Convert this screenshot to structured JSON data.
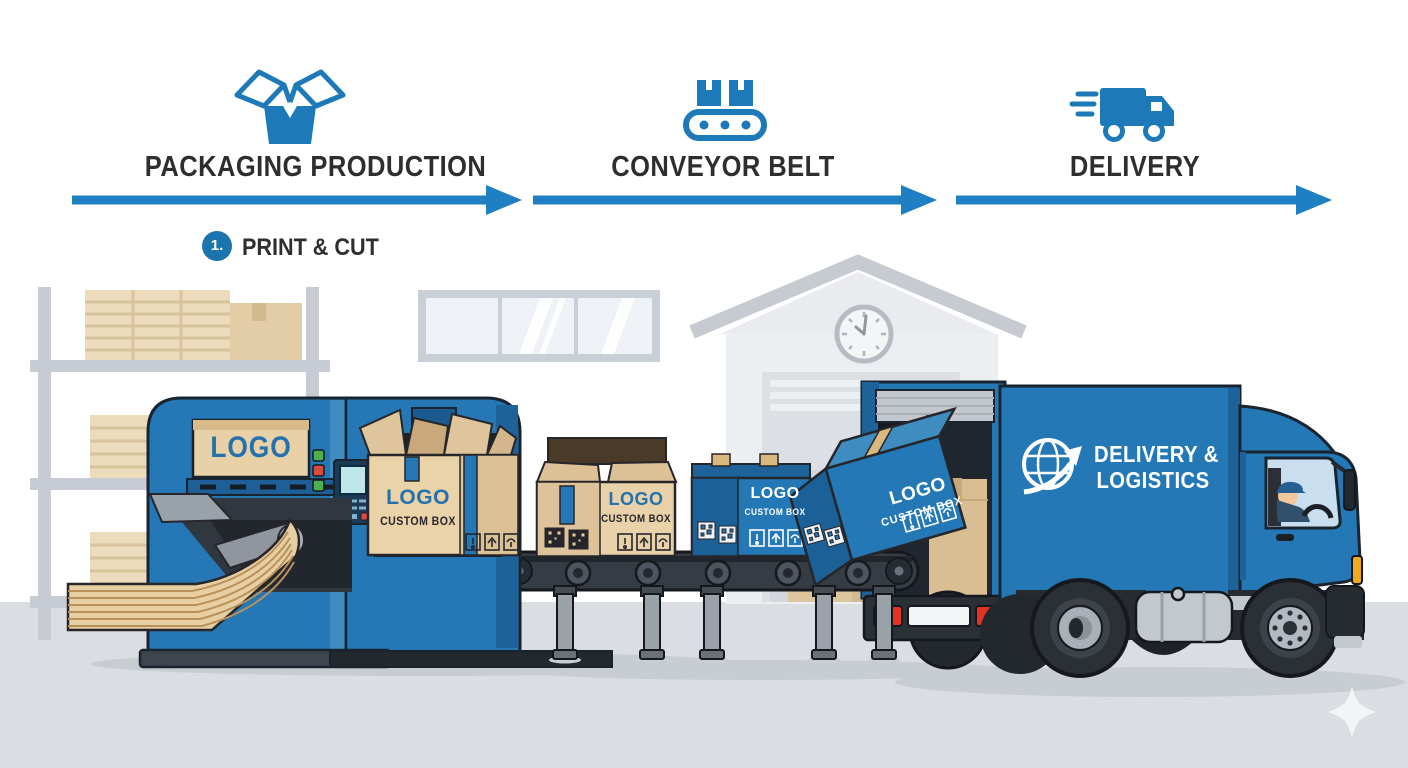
{
  "infographic": {
    "stages": [
      {
        "id": "packaging-production",
        "label": "PACKAGING PRODUCTION",
        "icon": "open-box-icon"
      },
      {
        "id": "conveyor-belt",
        "label": "CONVEYOR BELT",
        "icon": "conveyor-belt-icon"
      },
      {
        "id": "delivery",
        "label": "DELIVERY",
        "icon": "fast-delivery-truck-icon"
      }
    ],
    "step": {
      "number": "1.",
      "label": "PRINT & CUT"
    }
  },
  "scene": {
    "machine_display_text": "LOGO",
    "box_brand": "LOGO",
    "box_subtitle": "CUSTOM BOX",
    "truck_brand_line1": "DELIVERY &",
    "truck_brand_line2": "LOGISTICS",
    "truck_logo_icon": "globe-arrow-icon"
  },
  "colors": {
    "accent_blue": "#1d79b8",
    "machine_blue": "#2577b5",
    "box_blue": "#2478b6",
    "cardboard_tan": "#e6cda4",
    "heading_text": "#2d2e30",
    "ground_gray": "#dadde1"
  }
}
